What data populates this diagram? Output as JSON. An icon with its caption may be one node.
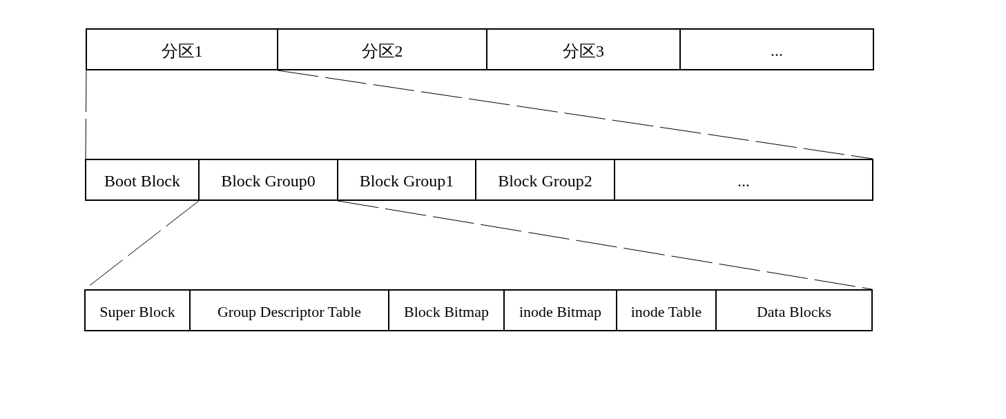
{
  "diagram": {
    "nodes": [
      {
        "text": [
          "分区1"
        ]
      },
      {
        "text": [
          "分区2"
        ]
      },
      {
        "text": [
          "分区3"
        ]
      },
      {
        "text": [
          "..."
        ]
      },
      {
        "text": [
          "Boot Block"
        ]
      },
      {
        "text": [
          "Block Group0"
        ]
      },
      {
        "text": [
          "Block Group1"
        ]
      },
      {
        "text": [
          "Block Group2"
        ]
      },
      {
        "text": [
          "..."
        ]
      },
      {
        "text": [
          "Super Block"
        ]
      },
      {
        "text": [
          "Group Descriptor Table"
        ]
      },
      {
        "text": [
          "Block Bitmap"
        ]
      },
      {
        "text": [
          "inode Bitmap"
        ]
      },
      {
        "text": [
          "inode Table"
        ]
      },
      {
        "text": [
          "Data Blocks"
        ]
      }
    ],
    "edges": [
      {
        "from": 0,
        "to": 4,
        "arrow": "none",
        "style": "dashed"
      },
      {
        "from": 0,
        "to": 8,
        "arrow": "none",
        "style": "dashed"
      },
      {
        "from": 5,
        "to": 9,
        "arrow": "none",
        "style": "dashed"
      },
      {
        "from": 5,
        "to": 14,
        "arrow": "none",
        "style": "dashed"
      }
    ]
  }
}
